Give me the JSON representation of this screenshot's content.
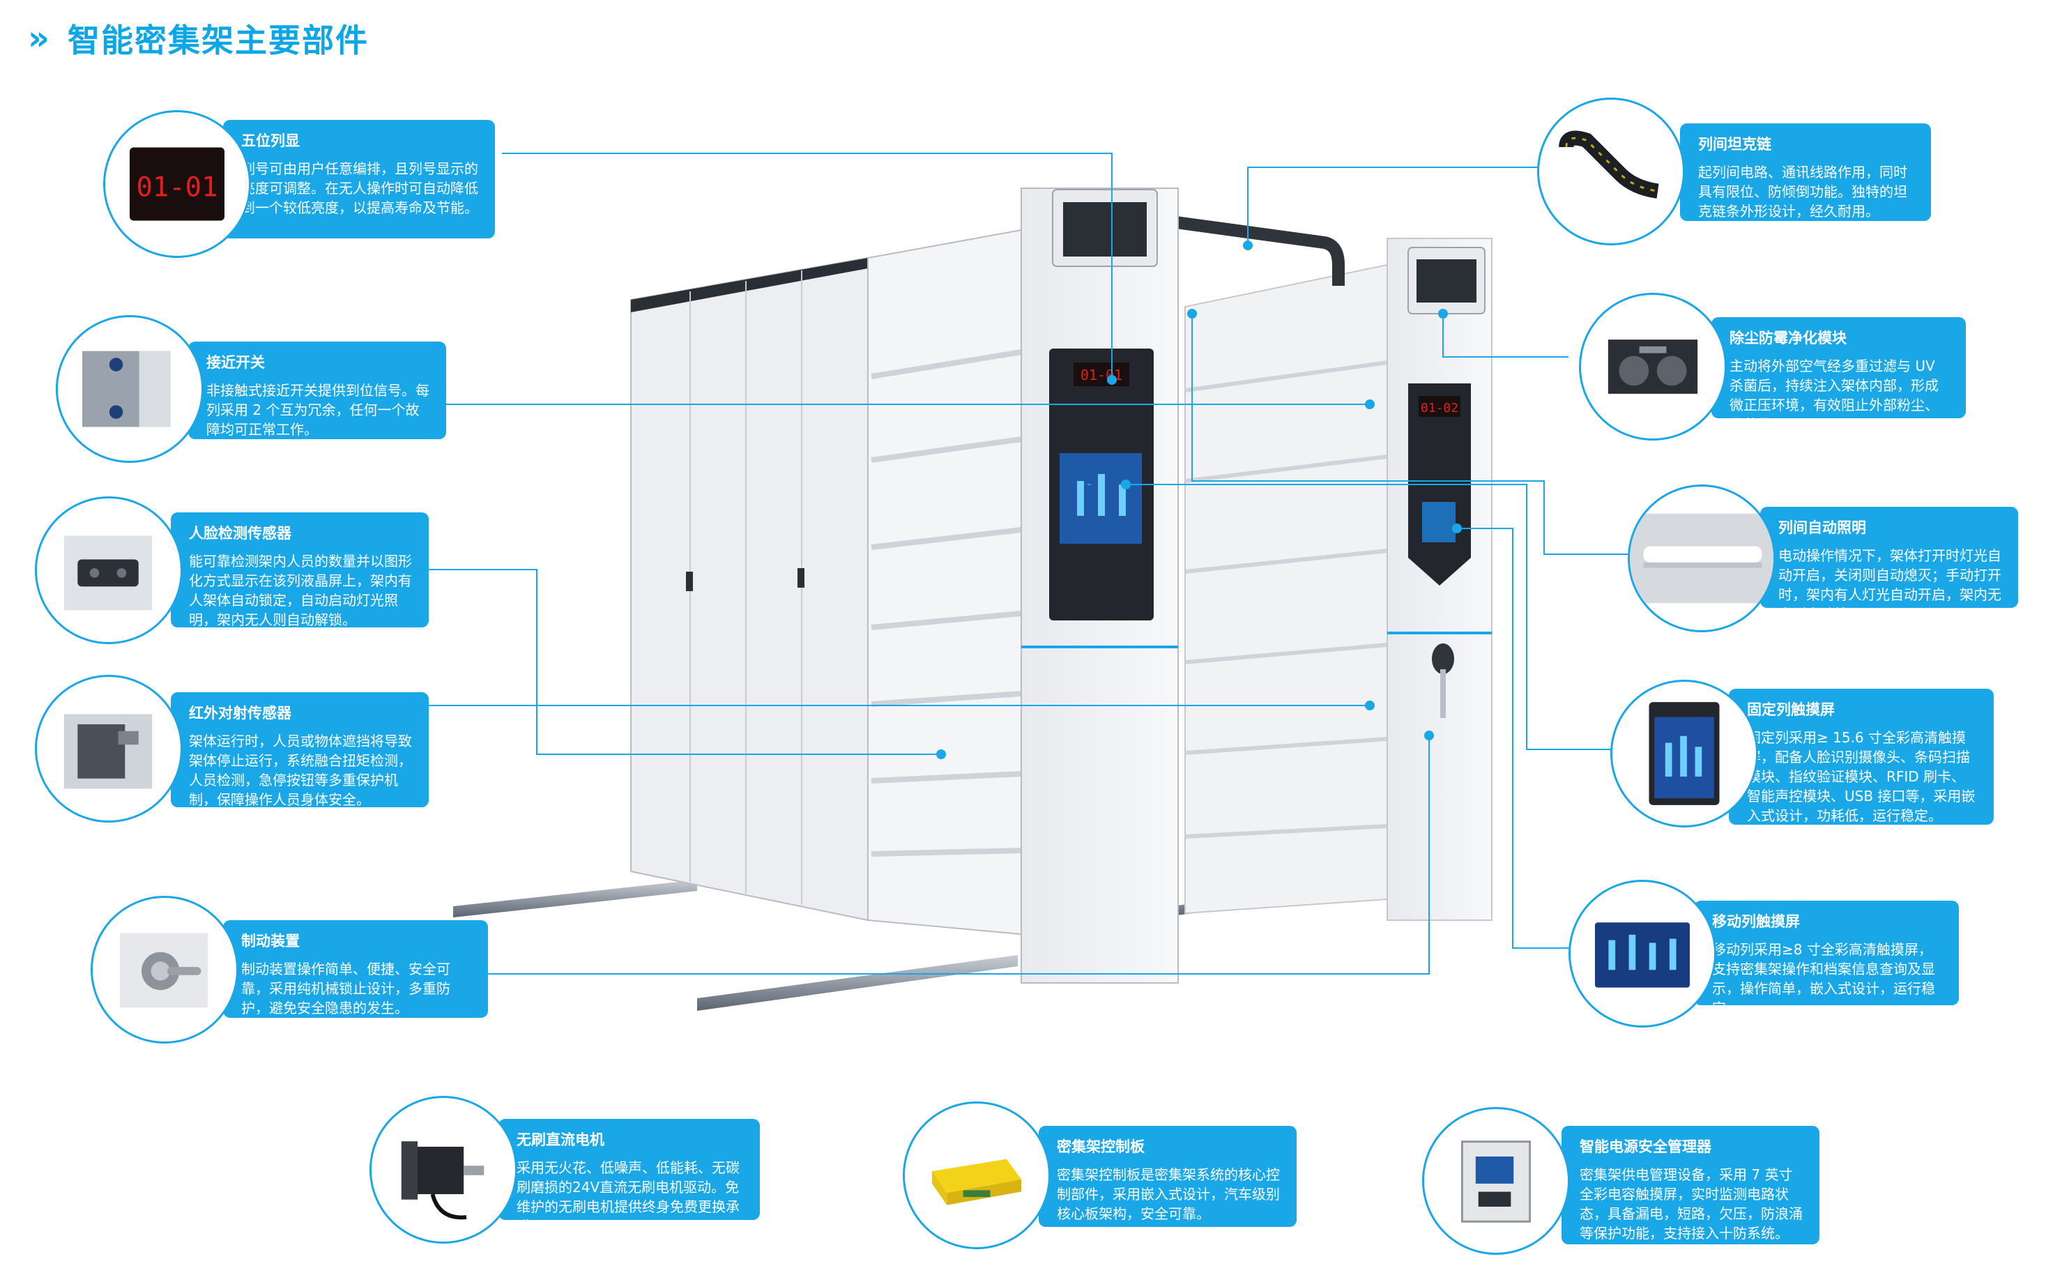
{
  "header": {
    "chevron": "»",
    "title": "智能密集架主要部件"
  },
  "shelf_displays": {
    "col_number_a": "01-01",
    "col_number_b": "01-02"
  },
  "components": [
    {
      "id": "five-digit-display",
      "icon": "red-led-display-icon",
      "title": "五位列显",
      "desc": "列号可由用户任意编排，且列号显示的亮度可调整。在无人操作时可自动降低到一个较低亮度，以提高寿命及节能。",
      "icon_text": "01-01"
    },
    {
      "id": "proximity-switch",
      "icon": "proximity-switch-icon",
      "title": "接近开关",
      "desc": "非接触式接近开关提供到位信号。每列采用 2 个互为冗余，任何一个故障均可正常工作。"
    },
    {
      "id": "human-sensor",
      "icon": "sensor-icon",
      "title": "人脸检测传感器",
      "desc": "能可靠检测架内人员的数量并以图形化方式显示在该列液晶屏上，架内有人架体自动锁定，自动启动灯光照明，架内无人则自动解锁。"
    },
    {
      "id": "infrared-sensor",
      "icon": "infrared-sensor-icon",
      "title": "红外对射传感器",
      "desc": "架体运行时，人员或物体遮挡将导致架体停止运行，系统融合扭矩检测，人员检测，急停按钮等多重保护机制，保障操作人员身体安全。"
    },
    {
      "id": "brake-device",
      "icon": "brake-knob-icon",
      "title": "制动装置",
      "desc": "制动装置操作简单、便捷、安全可靠，采用纯机械锁止设计，多重防护，避免安全隐患的发生。"
    },
    {
      "id": "brushless-motor",
      "icon": "motor-icon",
      "title": "无刷直流电机",
      "desc": "采用无火花、低噪声、低能耗、无碳刷磨损的24V直流无刷电机驱动。免维护的无刷电机提供终身免费更换承诺。"
    },
    {
      "id": "control-board",
      "icon": "control-board-icon",
      "title": "密集架控制板",
      "desc": "密集架控制板是密集架系统的核心控制部件，采用嵌入式设计，汽车级别核心板架构，安全可靠。"
    },
    {
      "id": "power-manager",
      "icon": "power-cabinet-icon",
      "title": "智能电源安全管理器",
      "desc": "密集架供电管理设备，采用 7 英寸全彩电容触摸屏，实时监测电路状态，具备漏电，短路，欠压，防浪涌等保护功能，支持接入十防系统。"
    },
    {
      "id": "drag-chain",
      "icon": "drag-chain-icon",
      "title": "列间坦克链",
      "desc": "起列间电路、通讯线路作用，同时具有限位、防倾倒功能。独特的坦克链条外形设计，经久耐用。"
    },
    {
      "id": "purifier",
      "icon": "purifier-icon",
      "title": "除尘防霉净化模块",
      "desc": "主动将外部空气经多重过滤与 UV 杀菌后，持续注入架体内部，形成微正压环境，有效阻止外部粉尘、霉菌侵入。"
    },
    {
      "id": "auto-lighting",
      "icon": "light-bar-icon",
      "title": "列间自动照明",
      "desc": "电动操作情况下，架体打开时灯光自动开启，关闭则自动熄灭；手动打开时，架内有人灯光自动开启，架内无人则自动熄灭。"
    },
    {
      "id": "fixed-touchscreen",
      "icon": "fixed-touchscreen-icon",
      "title": "固定列触摸屏",
      "desc": "固定列采用≥ 15.6 寸全彩高清触摸屏，配备人脸识别摄像头、条码扫描模块、指纹验证模块、RFID 刷卡、智能声控模块、USB 接口等，采用嵌入式设计，功耗低，运行稳定。"
    },
    {
      "id": "mobile-touchscreen",
      "icon": "mobile-touchscreen-icon",
      "title": "移动列触摸屏",
      "desc": "移动列采用≥8 寸全彩高清触摸屏，支持密集架操作和档案信息查询及显示，操作简单，嵌入式设计，运行稳定。"
    }
  ],
  "colors": {
    "accent": "#1aa7e8",
    "header": "#0fa6e6",
    "led_red": "#e02020"
  }
}
